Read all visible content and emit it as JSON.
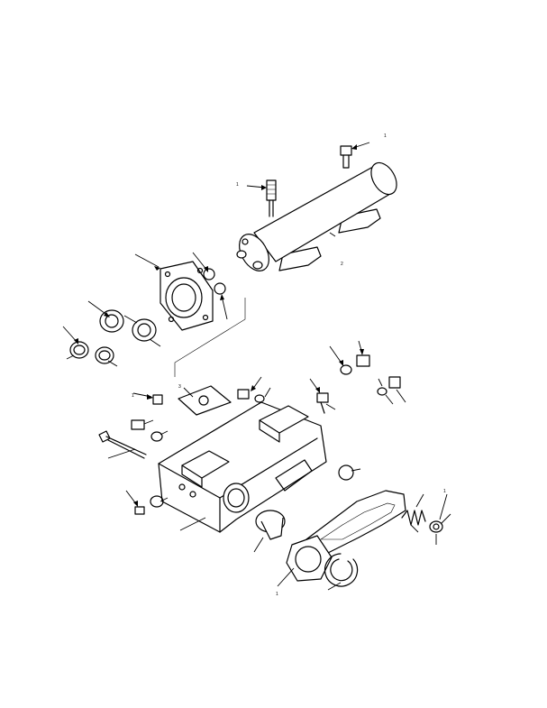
{
  "diagram": {
    "parts": [
      {
        "name": "cylindrical-cooler",
        "callouts": [
          "2"
        ]
      },
      {
        "name": "cap-screw",
        "callouts": [
          "1"
        ]
      },
      {
        "name": "stud",
        "callouts": [
          "1"
        ]
      },
      {
        "name": "adapter-flange",
        "callouts": []
      },
      {
        "name": "seal-ring",
        "callouts": []
      },
      {
        "name": "o-ring",
        "callouts": []
      },
      {
        "name": "spacer-plate",
        "callouts": [
          "3"
        ]
      },
      {
        "name": "housing-body",
        "callouts": []
      },
      {
        "name": "long-bolt",
        "callouts": []
      },
      {
        "name": "plug",
        "callouts": [
          "1"
        ]
      },
      {
        "name": "valve-fitting",
        "callouts": []
      },
      {
        "name": "large-gasket",
        "callouts": []
      },
      {
        "name": "round-gasket",
        "callouts": [
          "1"
        ]
      },
      {
        "name": "snap-ring",
        "callouts": []
      },
      {
        "name": "spring",
        "callouts": []
      },
      {
        "name": "washer",
        "callouts": [
          "1"
        ]
      }
    ]
  }
}
